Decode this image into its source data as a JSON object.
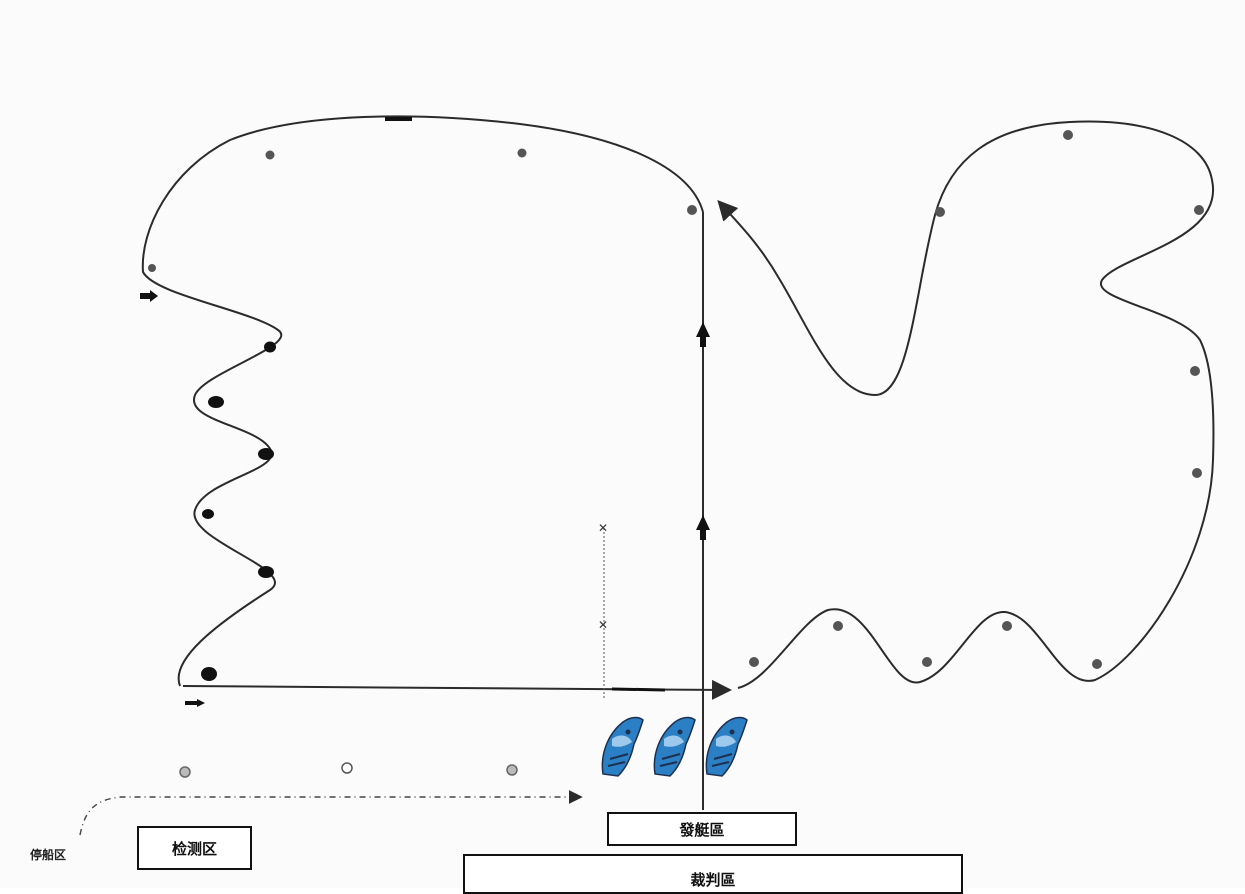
{
  "labels": {
    "mooring_zone": "停船区",
    "inspection_zone": "检测区",
    "start_zone": "發艇區",
    "referee_zone": "裁判區"
  },
  "icons": {
    "boat_icon": "dragon-boat-icon",
    "buoy_icon": "buoy-icon",
    "arrow_icon": "direction-arrow-icon",
    "gate_marker_icon": "gate-marker-icon"
  },
  "colors": {
    "course_line": "#2b2b2b",
    "buoy_fill": "#333333",
    "boat_blue": "#2b7fc4",
    "boat_light": "#9cc9ec",
    "boat_dark": "#1e3050",
    "box_border": "#111111"
  }
}
